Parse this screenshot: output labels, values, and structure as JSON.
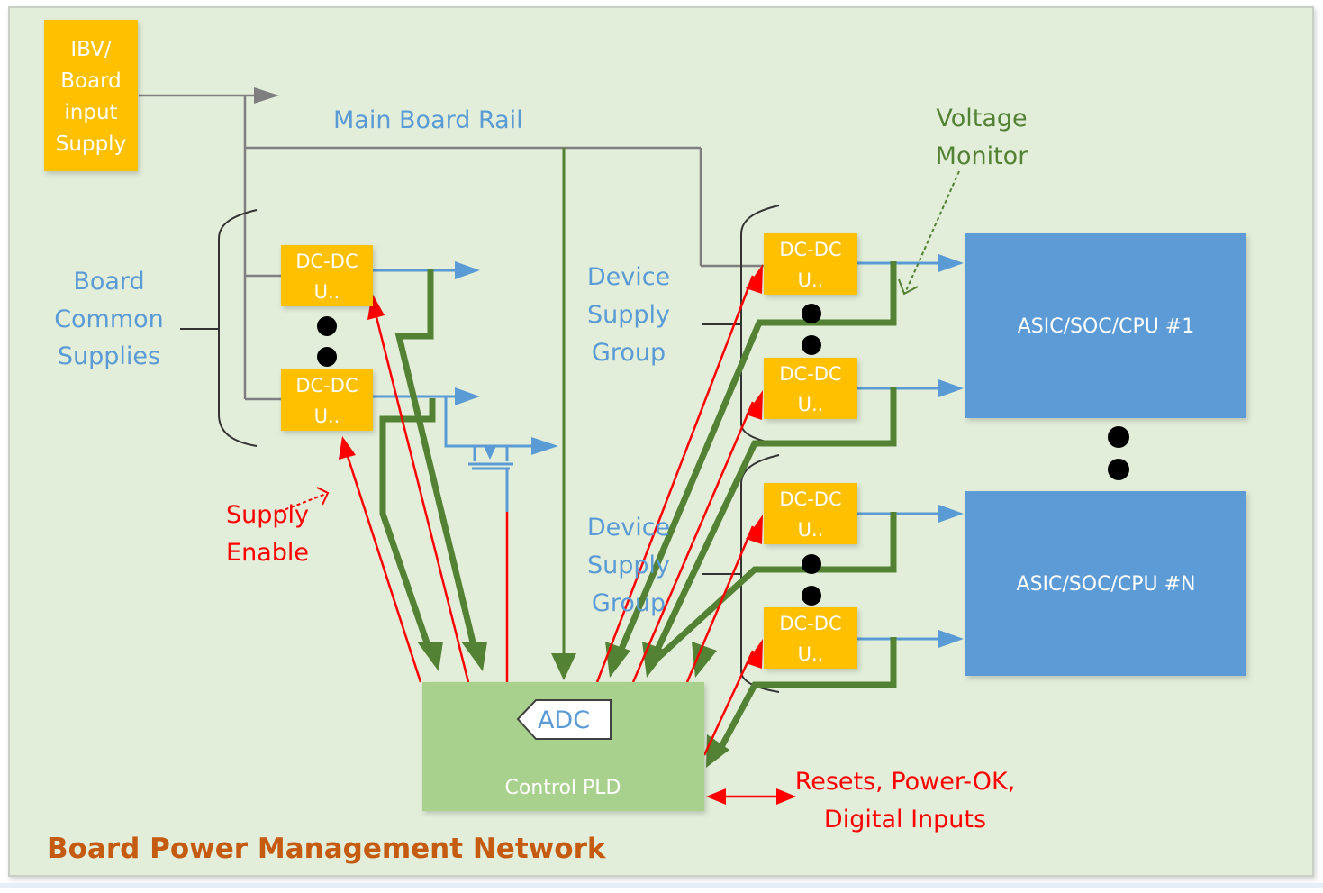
{
  "diagram": {
    "title": "Board Power Management Network",
    "colors": {
      "background": "#e2eed9",
      "frame_border": "#c9cfc6",
      "supply_box": "#ffc000",
      "asic_box": "#5b9bd5",
      "pld_box": "#a9d18e",
      "rail_line": "#7f7f7f",
      "power_line": "#5b9bd5",
      "monitor_line": "#548235",
      "enable_line": "#ff0000",
      "label_blue": "#5b9bd5",
      "label_green": "#548235",
      "label_red": "#ff0000",
      "title_orange": "#c55a11",
      "box_text": "#ffffff"
    },
    "input_supply": {
      "lines": [
        "IBV/",
        "Board",
        "input",
        "Supply"
      ]
    },
    "main_rail_label": "Main Board Rail",
    "board_common_supplies": {
      "label_lines": [
        "Board",
        "Common",
        "Supplies"
      ],
      "converters": [
        {
          "lines": [
            "DC-DC",
            "U.."
          ]
        },
        {
          "lines": [
            "DC-DC",
            "U.."
          ]
        }
      ]
    },
    "device_supply_groups": [
      {
        "label_lines": [
          "Device",
          "Supply",
          "Group"
        ],
        "converters": [
          {
            "lines": [
              "DC-DC",
              "U.."
            ]
          },
          {
            "lines": [
              "DC-DC",
              "U.."
            ]
          }
        ]
      },
      {
        "label_lines": [
          "Device",
          "Supply",
          "Group"
        ],
        "converters": [
          {
            "lines": [
              "DC-DC",
              "U.."
            ]
          },
          {
            "lines": [
              "DC-DC",
              "U.."
            ]
          }
        ]
      }
    ],
    "voltage_monitor_label_lines": [
      "Voltage",
      "Monitor"
    ],
    "supply_enable_label_lines": [
      "Supply",
      "Enable"
    ],
    "processors": [
      {
        "label": "ASIC/SOC/CPU #1"
      },
      {
        "label": "ASIC/SOC/CPU #N"
      }
    ],
    "control_pld": {
      "label": "Control PLD",
      "adc_label": "ADC"
    },
    "io_label_lines": [
      "Resets, Power-OK,",
      "Digital Inputs"
    ]
  }
}
